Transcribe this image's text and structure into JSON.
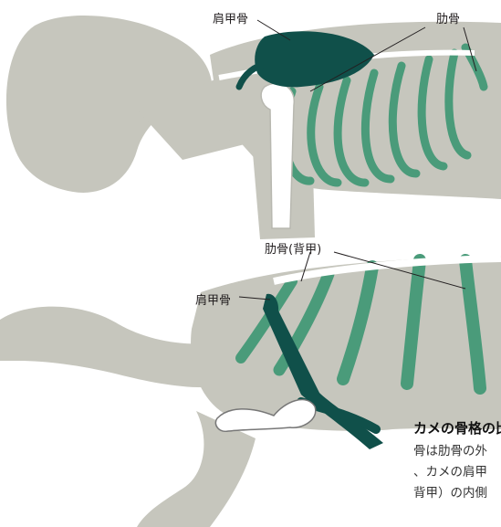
{
  "labels": {
    "human_scapula": "肩甲骨",
    "human_rib": "肋骨",
    "turtle_rib_carapace": "肋骨(背甲)",
    "turtle_scapula": "肩甲骨"
  },
  "caption": {
    "title": "カメの骨格の比較",
    "lines": [
      "骨は肋骨の外",
      "、カメの肩甲",
      "背甲）の内側"
    ]
  },
  "colors": {
    "body": "#c6c6bd",
    "rib": "#4a9b7a",
    "scapula": "#10504a",
    "bone": "#ffffff",
    "outline": "#3a3a3a"
  }
}
